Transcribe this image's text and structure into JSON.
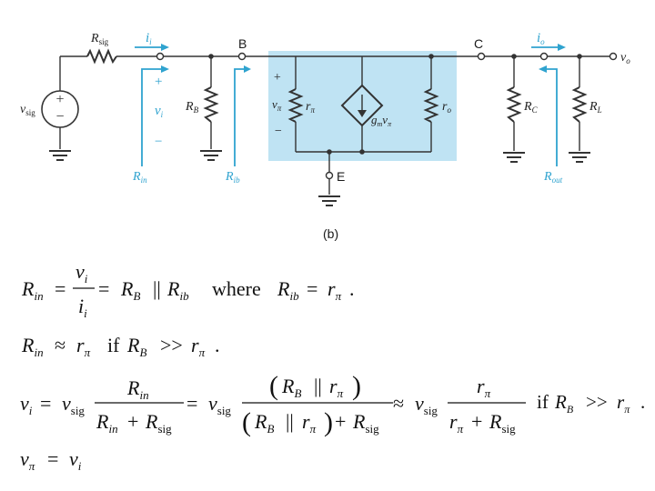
{
  "figure": {
    "caption": "(b)",
    "labels": {
      "Rsig": "R",
      "Rsig_sub": "sig",
      "vsig": "v",
      "vsig_sub": "sig",
      "ii": "i",
      "ii_sub": "i",
      "vi": "v",
      "vi_sub": "i",
      "plus": "+",
      "minus": "−",
      "Rin": "R",
      "Rin_sub": "in",
      "B": "B",
      "RB": "R",
      "RB_sub": "B",
      "Rib": "R",
      "Rib_sub": "ib",
      "vpi": "v",
      "vpi_sub": "π",
      "rpi": "r",
      "rpi_sub": "π",
      "gm": "g",
      "gm_sub": "m",
      "gm_v": "v",
      "gm_v_sub": "π",
      "ro": "r",
      "ro_sub": "o",
      "C": "C",
      "io": "i",
      "io_sub": "o",
      "RC": "R",
      "RC_sub": "C",
      "RL": "R",
      "RL_sub": "L",
      "vo": "v",
      "vo_sub": "o",
      "Rout": "R",
      "Rout_sub": "out",
      "E": "E"
    }
  },
  "equations": {
    "eq1": {
      "lhs": "R",
      "lhs_sub": "in",
      "num": "v",
      "num_sub": "i",
      "den": "i",
      "den_sub": "i",
      "rhs_a": "R",
      "rhs_a_sub": "B",
      "par": "||",
      "rhs_b": "R",
      "rhs_b_sub": "ib",
      "where": "where",
      "rib": "R",
      "rib_sub": "ib",
      "rpi": "r",
      "rpi_sub": "π",
      "end": "."
    },
    "eq2": {
      "lhs": "R",
      "lhs_sub": "in",
      "approx": "≈",
      "r": "r",
      "r_sub": "π",
      "if": "if",
      "RB": "R",
      "RB_sub": "B",
      "gg": ">>",
      "r2": "r",
      "r2_sub": "π",
      "end": "."
    },
    "eq3": {
      "vi": "v",
      "vi_sub": "i",
      "eq": "=",
      "vsig": "v",
      "vsig_sub": "sig",
      "f1_num": "R",
      "f1_num_sub": "in",
      "f1_den_a": "R",
      "f1_den_a_sub": "in",
      "plus": "+",
      "f1_den_b": "R",
      "f1_den_b_sub": "sig",
      "f2_num_a": "R",
      "f2_num_a_sub": "B",
      "par": "||",
      "f2_num_b": "r",
      "f2_num_b_sub": "π",
      "f2_den_b": "R",
      "f2_den_b_sub": "sig",
      "approx": "≈",
      "f3_num": "r",
      "f3_num_sub": "π",
      "f3_den_a": "r",
      "f3_den_a_sub": "π",
      "f3_den_b": "R",
      "f3_den_b_sub": "sig",
      "if": "if",
      "RB": "R",
      "RB_sub": "B",
      "gg": ">>",
      "r": "r",
      "r_sub": "π",
      "end": "."
    },
    "eq4": {
      "lhs": "v",
      "lhs_sub": "π",
      "eq": "=",
      "rhs": "v",
      "rhs_sub": "i"
    }
  }
}
